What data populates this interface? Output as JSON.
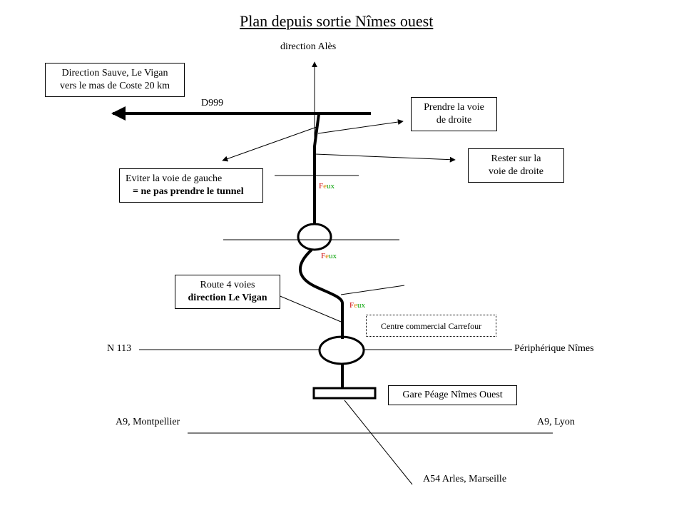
{
  "title": "Plan depuis sortie Nîmes ouest",
  "labels": {
    "direction_ales": "direction Alès",
    "d999": "D999",
    "n113": "N 113",
    "peripherique": "Périphérique Nîmes",
    "a9_montpellier": "A9, Montpellier",
    "a9_lyon": "A9, Lyon",
    "a54": "A54 Arles, Marseille"
  },
  "boxes": {
    "sauve": {
      "line1": "Direction Sauve, Le Vigan",
      "line2": "vers le mas de Coste 20 km"
    },
    "prendre": {
      "line1": "Prendre la voie",
      "line2": "de droite"
    },
    "rester": {
      "line1": "Rester sur la",
      "line2": "voie de droite"
    },
    "eviter": {
      "line1": "Eviter la voie de gauche",
      "line2": "= ne pas prendre le tunnel"
    },
    "route4": {
      "line1": "Route 4 voies",
      "line2": "direction Le Vigan"
    },
    "carrefour": {
      "text": "Centre commercial Carrefour"
    },
    "peage": {
      "text": "Gare Péage Nîmes Ouest"
    }
  },
  "feux": [
    {
      "a": "F",
      "b": "e",
      "c": "ux"
    },
    {
      "a": "F",
      "b": "e",
      "c": "ux"
    },
    {
      "a": "F",
      "b": "e",
      "c": "ux"
    }
  ],
  "colors": {
    "feux_red": "#cc0000",
    "feux_orange": "#e08000",
    "feux_green": "#00a000"
  }
}
